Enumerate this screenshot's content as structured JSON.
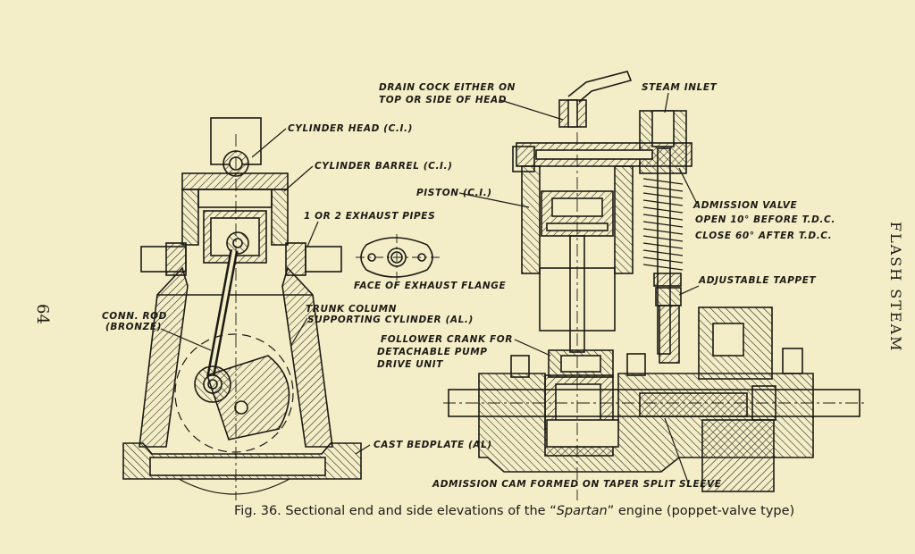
{
  "page": {
    "page_number": "64",
    "running_head": "FLASH STEAM",
    "figure_number": "Fig. 36.",
    "caption_part1": "Sectional end and side elevations of the “",
    "caption_name": "Spartan",
    "caption_part2": "” engine (poppet-valve type)"
  },
  "labels": {
    "cylinder_head": "CYLINDER HEAD (C.I.)",
    "cylinder_barrel": "CYLINDER BARREL (C.I.)",
    "exhaust_pipes": "1 OR 2 EXHAUST PIPES",
    "exhaust_flange": "FACE OF EXHAUST FLANGE",
    "conn_rod_1": "CONN. ROD",
    "conn_rod_2": "(BRONZE)",
    "trunk_column_1": "TRUNK COLUMN",
    "trunk_column_2": "SUPPORTING CYLINDER (AL.)",
    "cast_bedplate": "CAST BEDPLATE (AL)",
    "drain_cock_1": "DRAIN COCK EITHER ON",
    "drain_cock_2": "TOP OR SIDE OF HEAD",
    "steam_inlet": "STEAM INLET",
    "piston": "PISTON (C.I.)",
    "admission_valve_1": "ADMISSION VALVE",
    "admission_valve_2": "OPEN 10° BEFORE T.D.C.",
    "admission_valve_3": "CLOSE 60° AFTER T.D.C.",
    "adjustable_tappet": "ADJUSTABLE TAPPET",
    "follower_crank_1": "FOLLOWER CRANK FOR",
    "follower_crank_2": "DETACHABLE PUMP",
    "follower_crank_3": "DRIVE UNIT",
    "admission_cam": "ADMISSION CAM FORMED ON TAPER SPLIT SLEEVE"
  },
  "colors": {
    "paper": "#f4eec8",
    "ink": "#1c1a14"
  }
}
